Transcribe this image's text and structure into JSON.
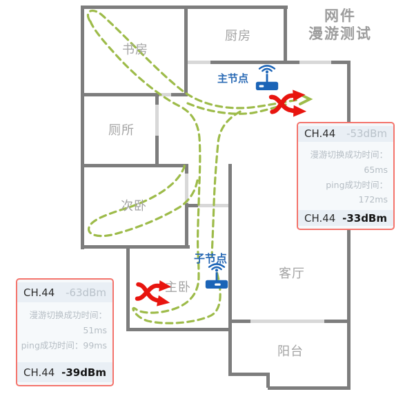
{
  "title": {
    "line1": "网件",
    "line2": "漫游测试"
  },
  "rooms": {
    "study": "书房",
    "kitchen": "厨房",
    "toilet": "厕所",
    "second_bedroom": "次卧",
    "master_bedroom": "主卧",
    "living_room": "客厅",
    "balcony": "阳台"
  },
  "nodes": {
    "main": {
      "label": "主节点"
    },
    "child": {
      "label": "子节点"
    }
  },
  "boxes": {
    "top_right": {
      "before": {
        "channel": "CH.44",
        "rssi": "-53dBm"
      },
      "roam_label": "漫游切换成功时间：",
      "roam_value": "65ms",
      "ping_label": "ping成功时间：",
      "ping_value": "172ms",
      "after": {
        "channel": "CH.44",
        "rssi": "-33dBm"
      }
    },
    "bottom_left": {
      "before": {
        "channel": "CH.44",
        "rssi": "-63dBm"
      },
      "roam_label": "漫游切换成功时间：",
      "roam_value": "51ms",
      "ping_label": "ping成功时间：",
      "ping_value": "99ms",
      "after": {
        "channel": "CH.44",
        "rssi": "-39dBm"
      }
    }
  },
  "colors": {
    "wall": "#7d7d7d",
    "door": "#d8d8d8",
    "path_green": "#9dbb49",
    "switch_red": "#e8150f",
    "node_blue": "#1b64b7",
    "box_border": "#f4736b"
  }
}
